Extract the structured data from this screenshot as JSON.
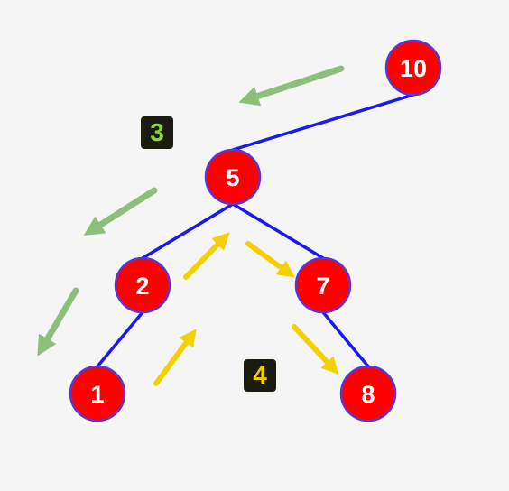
{
  "colors": {
    "background": "#f5f5f5",
    "node_fill": "#ff0000",
    "node_stroke": "#5a35d6",
    "node_text": "#ffffff",
    "edge": "#1a1aee",
    "descend_arrow": "#8cc07a",
    "ascend_arrow": "#f5d000",
    "badge_bg": "#1b1b10",
    "badge_3_text": "#8ed53a",
    "badge_4_text": "#f5d000"
  },
  "tree": {
    "nodes": [
      {
        "id": "n10",
        "label": "10"
      },
      {
        "id": "n5",
        "label": "5"
      },
      {
        "id": "n2",
        "label": "2"
      },
      {
        "id": "n7",
        "label": "7"
      },
      {
        "id": "n1",
        "label": "1"
      },
      {
        "id": "n8",
        "label": "8"
      }
    ],
    "edges": [
      {
        "from": "n10",
        "to": "n5"
      },
      {
        "from": "n5",
        "to": "n2"
      },
      {
        "from": "n5",
        "to": "n7"
      },
      {
        "from": "n2",
        "to": "n1"
      },
      {
        "from": "n7",
        "to": "n8"
      }
    ]
  },
  "badges": {
    "descend": {
      "label": "3",
      "icon": "descend-arrows"
    },
    "ascend": {
      "label": "4",
      "icon": "ascend-arrows"
    }
  }
}
